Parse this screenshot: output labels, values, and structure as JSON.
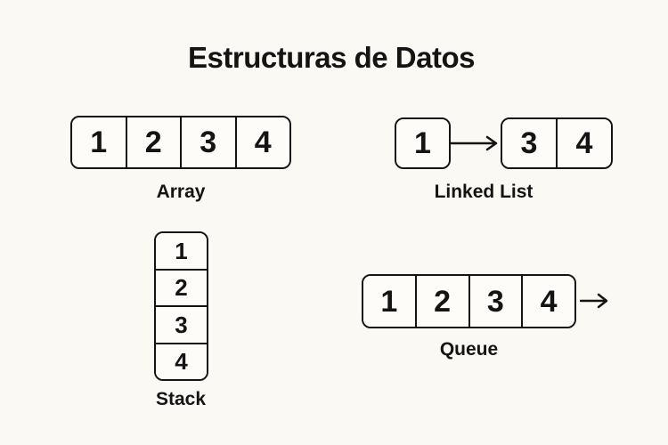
{
  "title": "Estructuras de Datos",
  "colors": {
    "background": "#fbf9f3",
    "cell_fill": "#fdfcf9",
    "stroke": "#141414",
    "text": "#141414"
  },
  "structures": {
    "array": {
      "label": "Array",
      "cells": [
        "1",
        "2",
        "3",
        "4"
      ]
    },
    "linked_list": {
      "label": "Linked List",
      "head_node": "1",
      "cells": [
        "3",
        "4"
      ],
      "arrow": "right-arrow"
    },
    "stack": {
      "label": "Stack",
      "cells": [
        "1",
        "2",
        "3",
        "4"
      ]
    },
    "queue": {
      "label": "Queue",
      "cells": [
        "1",
        "2",
        "3",
        "4"
      ],
      "arrow": "right-arrow"
    }
  }
}
